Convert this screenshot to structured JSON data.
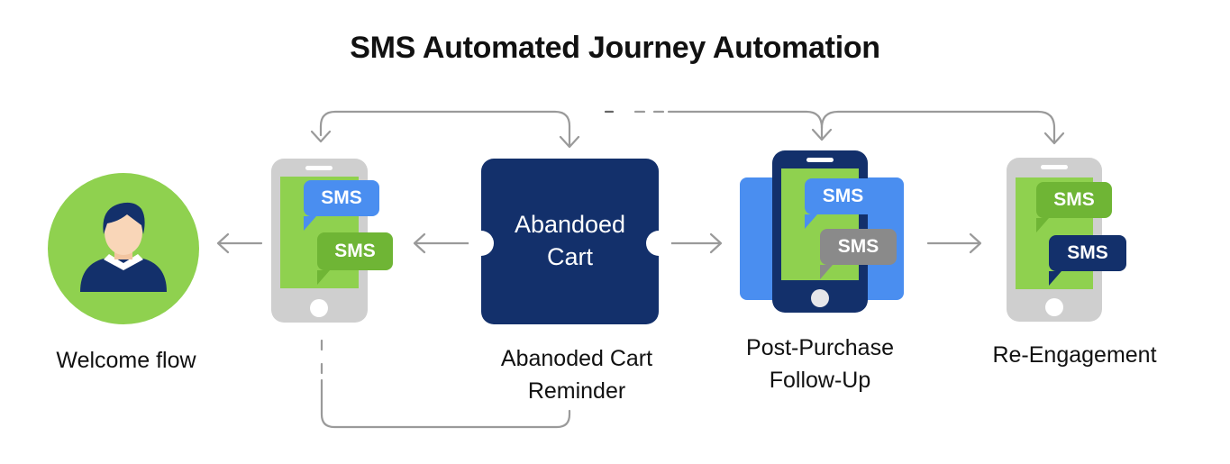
{
  "title": "SMS Automated Journey Automation",
  "colors": {
    "green": "#8fd14f",
    "dark_green": "#6fb535",
    "navy": "#13306b",
    "blue": "#4a8ef0",
    "gray_phone": "#cfcfcf",
    "gray_bubble": "#8a8a8a",
    "connector": "#9a9a9a"
  },
  "nodes": [
    {
      "id": "welcome",
      "label": "Welcome flow",
      "icon": "user-avatar-icon"
    },
    {
      "id": "sms-phone-1",
      "icon": "smartphone-icon",
      "bubbles": [
        "SMS",
        "SMS"
      ]
    },
    {
      "id": "abandoned-cart",
      "box_text_line1": "Abandoed",
      "box_text_line2": "Cart",
      "label_line1": "Abanoded Cart",
      "label_line2": "Reminder"
    },
    {
      "id": "post-purchase",
      "icon": "smartphone-icon",
      "bubbles": [
        "SMS",
        "SMS"
      ],
      "label_line1": "Post-Purchase",
      "label_line2": "Follow-Up"
    },
    {
      "id": "re-engagement",
      "icon": "smartphone-icon",
      "bubbles": [
        "SMS",
        "SMS"
      ],
      "label": "Re-Engagement"
    }
  ]
}
